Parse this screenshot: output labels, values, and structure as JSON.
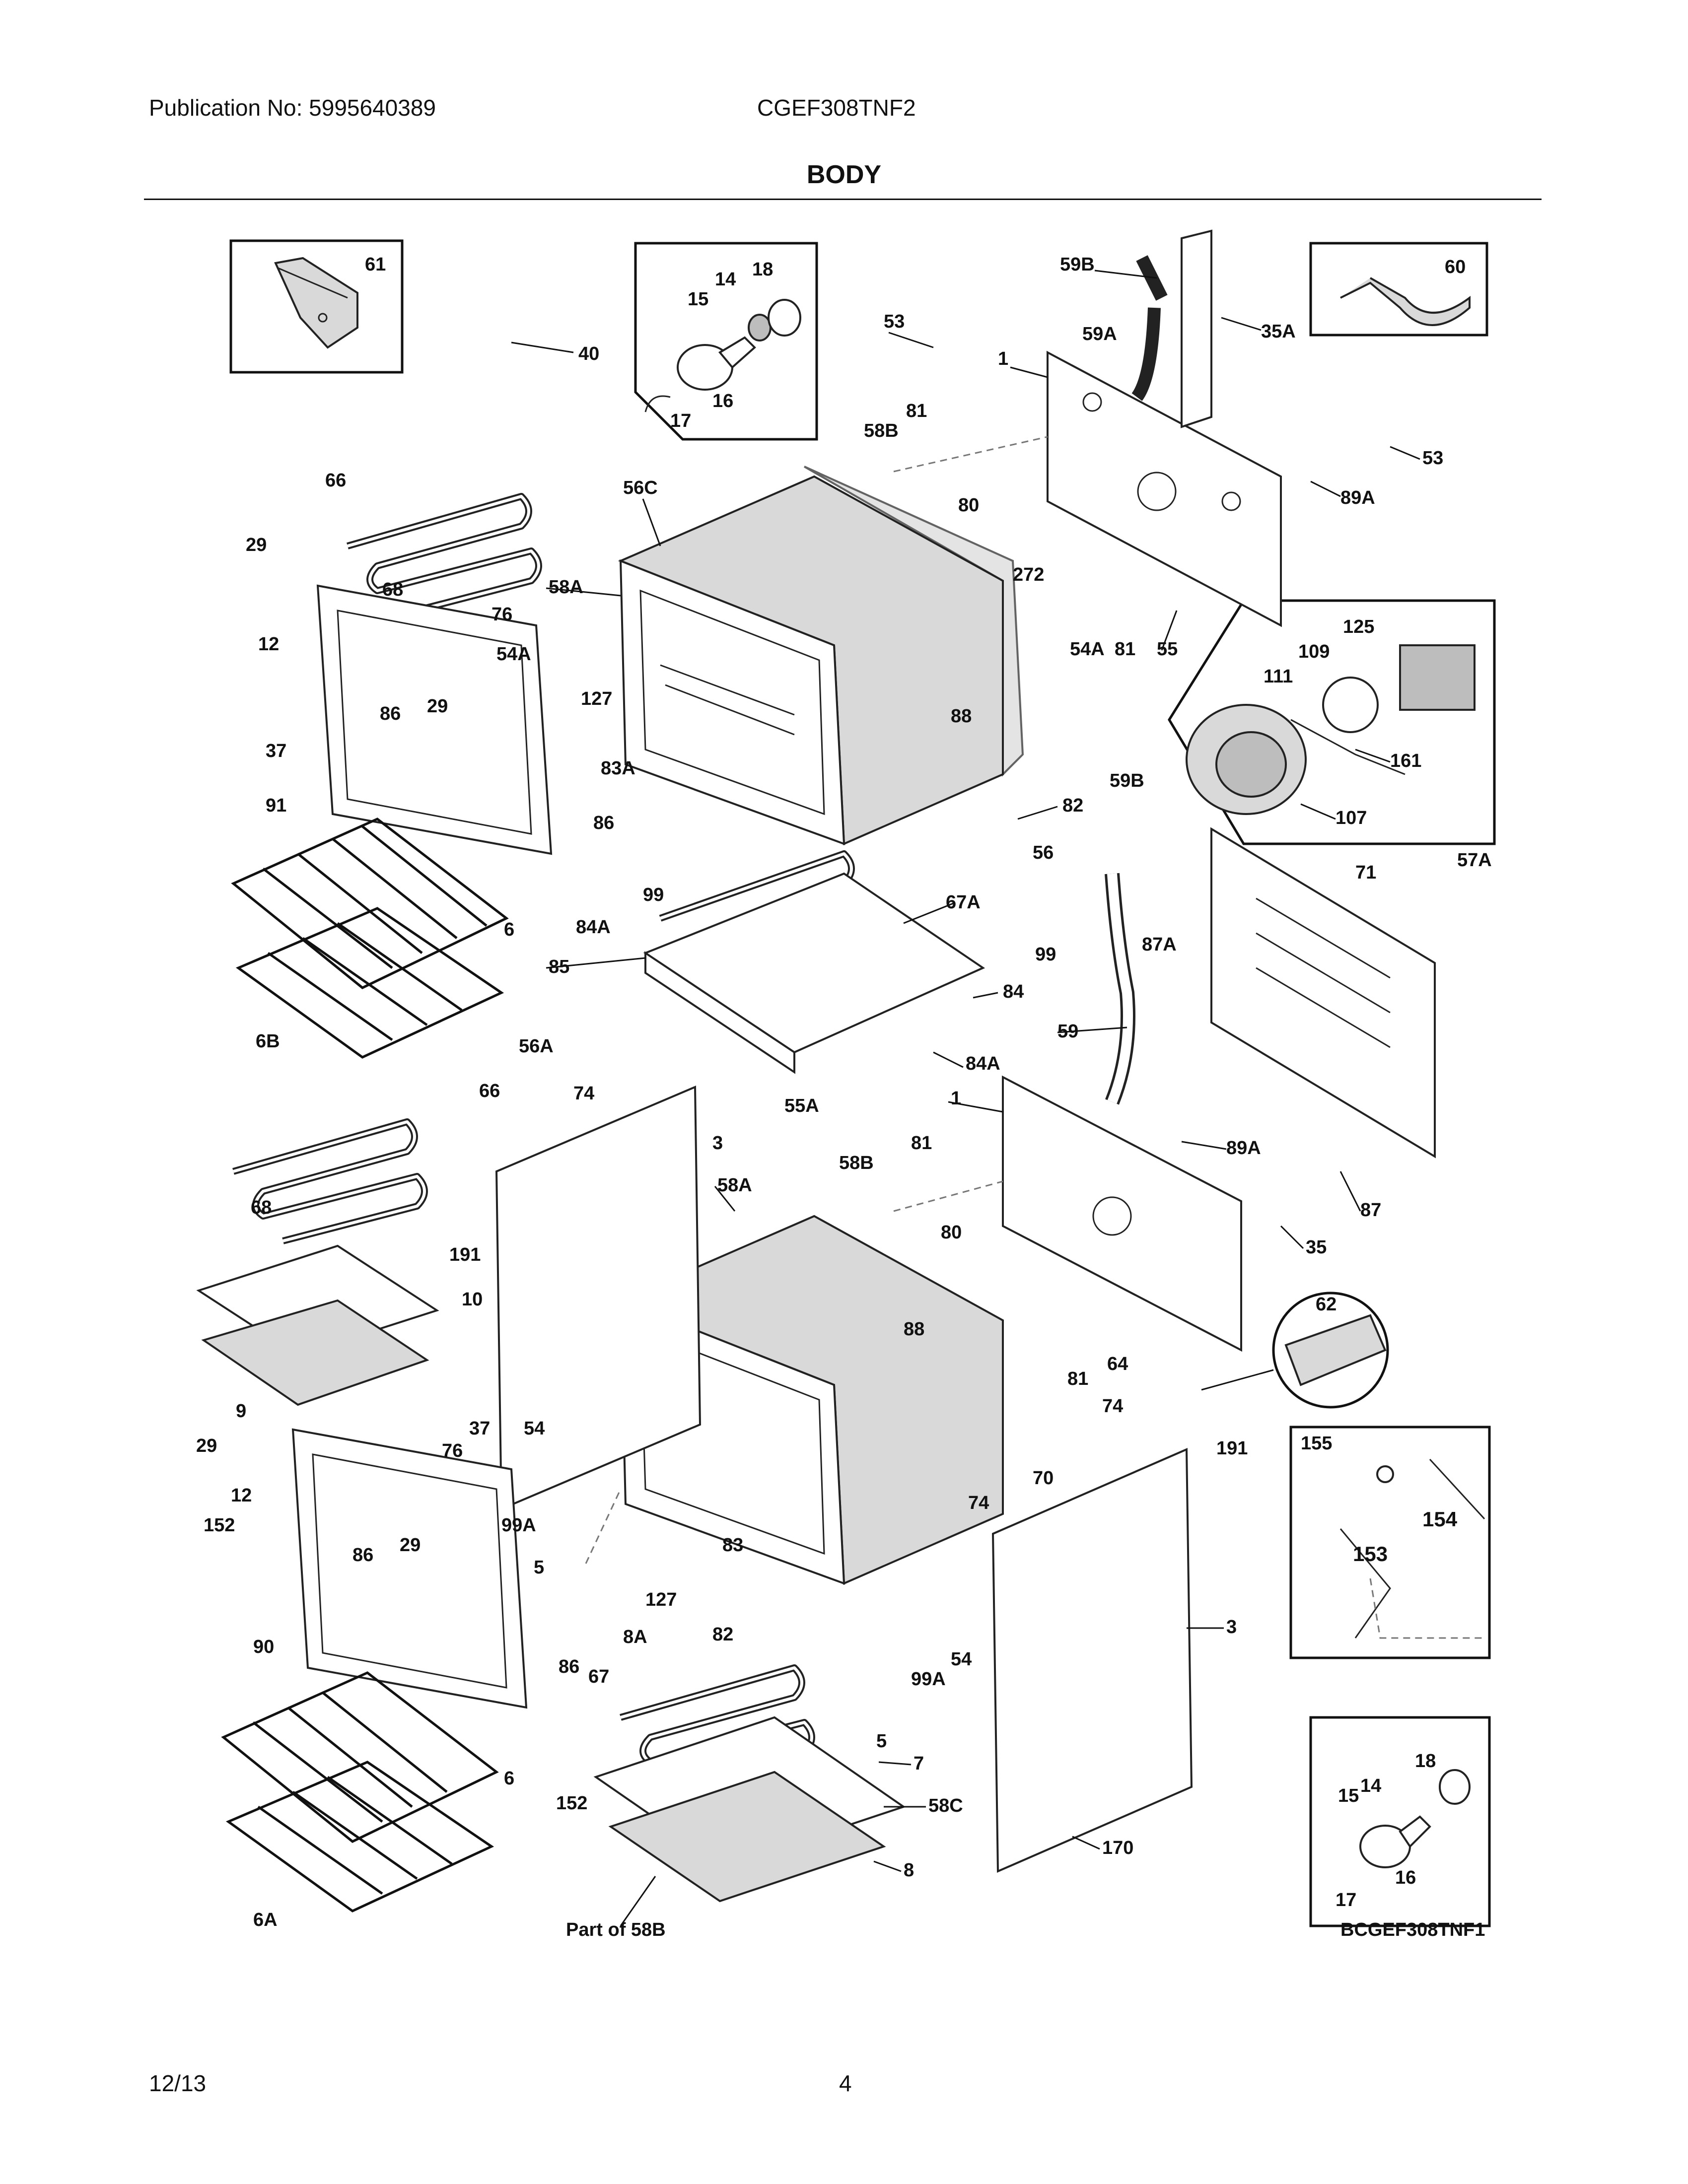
{
  "header": {
    "publication": "Publication No: 5995640389",
    "model": "CGEF308TNF2",
    "section": "BODY"
  },
  "diagram_id": "BCGEF308TNF1",
  "note_part_of": "Part of 58B",
  "callouts": {
    "c61": "61",
    "c40": "40",
    "c14": "14",
    "c18": "18",
    "c15": "15",
    "c16": "16",
    "c17": "17",
    "c59B": "59B",
    "c60": "60",
    "c35A": "35A",
    "c53": "53",
    "c59A": "59A",
    "c1": "1",
    "c81": "81",
    "c58B": "58B",
    "c89A": "89A",
    "c53b": "53",
    "c66": "66",
    "c56C": "56C",
    "c80": "80",
    "c272": "272",
    "c29": "29",
    "c68": "68",
    "c76": "76",
    "c58A": "58A",
    "c81b": "81",
    "c55": "55",
    "c125": "125",
    "c109": "109",
    "c111": "111",
    "c12": "12",
    "c54A": "54A",
    "c54Ab": "54A",
    "c86": "86",
    "c127": "127",
    "c88": "88",
    "c161": "161",
    "c37": "37",
    "c83A": "83A",
    "c59Bb": "59B",
    "c107": "107",
    "c91": "91",
    "c86b": "86",
    "c82": "82",
    "c56": "56",
    "c99": "99",
    "c67A": "67A",
    "c71": "71",
    "c57A": "57A",
    "c6": "6",
    "c84A": "84A",
    "c99b": "99",
    "c87A": "87A",
    "c85": "85",
    "c84": "84",
    "c6B": "6B",
    "c56A": "56A",
    "c59": "59",
    "c84Ab": "84A",
    "c66b": "66",
    "c74": "74",
    "c55A": "55A",
    "c1b": "1",
    "c3": "3",
    "c81c": "81",
    "c58Bb": "58B",
    "c89Ab": "89A",
    "c58Ab": "58A",
    "c68b": "68",
    "c191": "191",
    "c87": "87",
    "c80b": "80",
    "c35": "35",
    "c10": "10",
    "c62": "62",
    "c88b": "88",
    "c64": "64",
    "c81d": "81",
    "c9": "9",
    "c74b": "74",
    "c37b": "37",
    "c29b": "29",
    "c54": "54",
    "c76b": "76",
    "c191b": "191",
    "c155": "155",
    "c12b": "12",
    "c70": "70",
    "c154": "154",
    "c152": "152",
    "c99A": "99A",
    "c74c": "74",
    "c86c": "86",
    "c29c": "29",
    "c83": "83",
    "c153": "153",
    "c5": "5",
    "c127b": "127",
    "c82b": "82",
    "c90": "90",
    "c8A": "8A",
    "c3b": "3",
    "c86d": "86",
    "c67": "67",
    "c99Ab": "99A",
    "c54b": "54",
    "c5b": "5",
    "c7": "7",
    "c6b": "6",
    "c152b": "152",
    "c58C": "58C",
    "c170": "170",
    "c8": "8",
    "c14b": "14",
    "c18b": "18",
    "c15b": "15",
    "c16b": "16",
    "c17b": "17",
    "c6A": "6A"
  },
  "footer": {
    "date": "12/13",
    "page": "4"
  }
}
